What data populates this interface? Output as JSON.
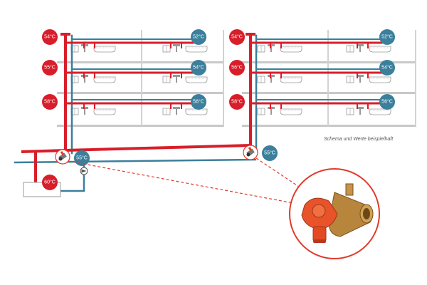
{
  "note": "Schema und Werte beispielhaft",
  "colors": {
    "hot": "#d81e2a",
    "circulation": "#3b7f9c",
    "floor": "#c8c8c8",
    "wall": "#d2d2d2",
    "fixture": "#9a9a9a",
    "callout": "#e03a2a"
  },
  "tower_left": {
    "supply_temps": [
      "54°C",
      "55°C",
      "58°C"
    ],
    "return_temps": [
      "52°C",
      "54°C",
      "56°C"
    ]
  },
  "tower_right": {
    "supply_temps": [
      "54°C",
      "56°C",
      "58°C"
    ],
    "return_temps": [
      "52°C",
      "54°C",
      "56°C"
    ]
  },
  "main": {
    "boiler_temp": "60°C",
    "valve_left_temp": "55°C",
    "valve_right_temp": "55°C"
  },
  "icons": {
    "valve": "thermostatic-circulation-valve-icon",
    "pump": "circulation-pump-icon",
    "detail": "valve-detail-photo"
  }
}
